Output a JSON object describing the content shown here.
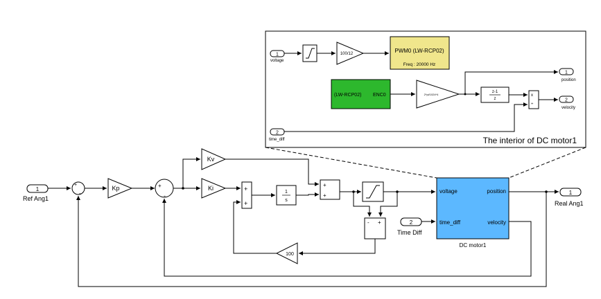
{
  "inset": {
    "title": "The interior of DC motor1",
    "ports_in": [
      {
        "num": "1",
        "name": "voltage"
      },
      {
        "num": "2",
        "name": "time_diff"
      }
    ],
    "ports_out": [
      {
        "num": "1",
        "name": "position"
      },
      {
        "num": "2",
        "name": "velocity"
      }
    ],
    "saturation_label": "",
    "pwm_gain": "100/12",
    "pwm_block": {
      "name": "PWM0 (LW-RCP02)",
      "freq": "Freq : 20000 Hz",
      "color": "#f0e68c"
    },
    "enc_block": {
      "source": "(LW-RCP02)",
      "name": "ENC0",
      "color": "#2db82d"
    },
    "enc_gain": "2*pi/1024*4",
    "delay": {
      "top": "z-1",
      "bottom": "z"
    },
    "divide": {
      "top": "x",
      "bottom": "÷"
    }
  },
  "main": {
    "ref_in": {
      "num": "1",
      "name": "Ref Ang1"
    },
    "real_out": {
      "num": "1",
      "name": "Real Ang1"
    },
    "time_diff_in": {
      "num": "2",
      "name": "Time Diff"
    },
    "kp": "Kp",
    "kv": "Kv",
    "ki": "Ki",
    "integrator": {
      "top": "1",
      "bottom": "s"
    },
    "feedback_gain": "100",
    "motor": {
      "name": "DC motor1",
      "ports_in": [
        "voltage",
        "time_diff"
      ],
      "ports_out": [
        "position",
        "velocity"
      ],
      "color": "#5cb8ff"
    },
    "signs": {
      "plus": "+",
      "minus": "-"
    }
  }
}
